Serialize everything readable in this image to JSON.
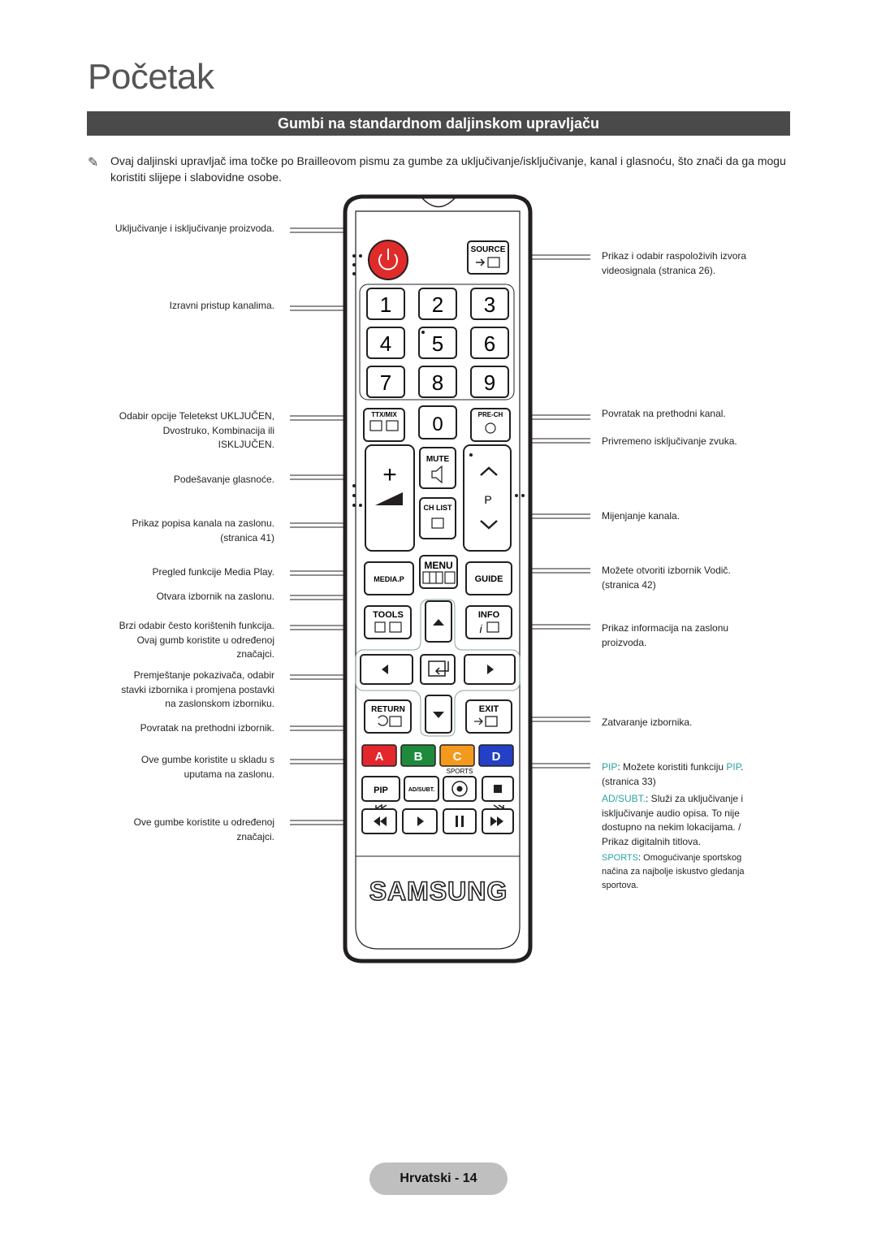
{
  "page": {
    "title": "Početak",
    "section_header": "Gumbi na standardnom daljinskom upravljaču",
    "note_icon": "pencil-note-icon",
    "note_text": "Ovaj daljinski upravljač ima točke po Brailleovom pismu za gumbe za uključivanje/isključivanje, kanal i glasnoću, što znači da ga mogu koristiti slijepe i slabovidne osobe.",
    "footer": "Hrvatski - 14"
  },
  "labels_left": {
    "power": "Uključivanje i isključivanje proizvoda.",
    "direct_channel": "Izravni pristup kanalima.",
    "teletext_1": "Odabir opcije Teletekst UKLJUČEN,",
    "teletext_2": "Dvostruko, Kombinacija ili",
    "teletext_3": "ISKLJUČEN.",
    "volume": "Podešavanje glasnoće.",
    "chlist_1": "Prikaz popisa kanala na zaslonu.",
    "chlist_2": "(stranica 41)",
    "mediap": "Pregled funkcije Media Play.",
    "menu": "Otvara izbornik na zaslonu.",
    "tools_1": "Brzi odabir često korištenih funkcija.",
    "tools_2": "Ovaj gumb koristite u određenoj",
    "tools_3": "značajci.",
    "nav_1": "Premještanje pokazivača, odabir",
    "nav_2": "stavki izbornika i promjena postavki",
    "nav_3": "na zaslonskom izborniku.",
    "return": "Povratak na prethodni izbornik.",
    "color_1": "Ove gumbe koristite u skladu s",
    "color_2": "uputama na zaslonu.",
    "playback_1": "Ove gumbe koristite u određenoj",
    "playback_2": "značajci."
  },
  "labels_right": {
    "source_1": "Prikaz i odabir raspoloživih izvora",
    "source_2": "videosignala (stranica 26).",
    "prech": "Povratak na prethodni kanal.",
    "mute": "Privremeno isključivanje zvuka.",
    "channel": "Mijenjanje kanala.",
    "guide_1": "Možete otvoriti izbornik Vodič.",
    "guide_2": "(stranica 42)",
    "info_1": "Prikaz informacija na zaslonu",
    "info_2": "proizvoda.",
    "exit": "Zatvaranje izbornika.",
    "pip_term": "PIP",
    "pip_mid": ": Možete koristiti funkciju ",
    "pip_term2": "PIP",
    "pip_end": ".",
    "pip_2": "(stranica 33)",
    "adsubt_term": "AD/SUBT.",
    "adsubt_1": ": Služi za uključivanje i",
    "adsubt_2": "isključivanje audio opisa. To nije",
    "adsubt_3": "dostupno na nekim lokacijama. /",
    "adsubt_4": "Prikaz digitalnih titlova.",
    "sports_term": "SPORTS",
    "sports_1": ": Omogućivanje sportskog",
    "sports_2": "načina za najbolje iskustvo gledanja",
    "sports_3": "sportova."
  },
  "remote": {
    "source": "SOURCE",
    "digits": [
      "1",
      "2",
      "3",
      "4",
      "5",
      "6",
      "7",
      "8",
      "9"
    ],
    "zero": "0",
    "ttx": "TTX/MIX",
    "prech": "PRE-CH",
    "mute": "MUTE",
    "chlist": "CH LIST",
    "p": "P",
    "mediap": "MEDIA.P",
    "menu": "MENU",
    "guide": "GUIDE",
    "tools": "TOOLS",
    "info": "INFO",
    "return": "RETURN",
    "exit": "EXIT",
    "color_keys": [
      "A",
      "B",
      "C",
      "D"
    ],
    "color_hex": [
      "#e3272d",
      "#1f8a3c",
      "#f39a1e",
      "#2340c6"
    ],
    "sports": "SPORTS",
    "pip": "PIP",
    "adsubt": "AD/SUBT.",
    "brand": "SAMSUNG"
  }
}
